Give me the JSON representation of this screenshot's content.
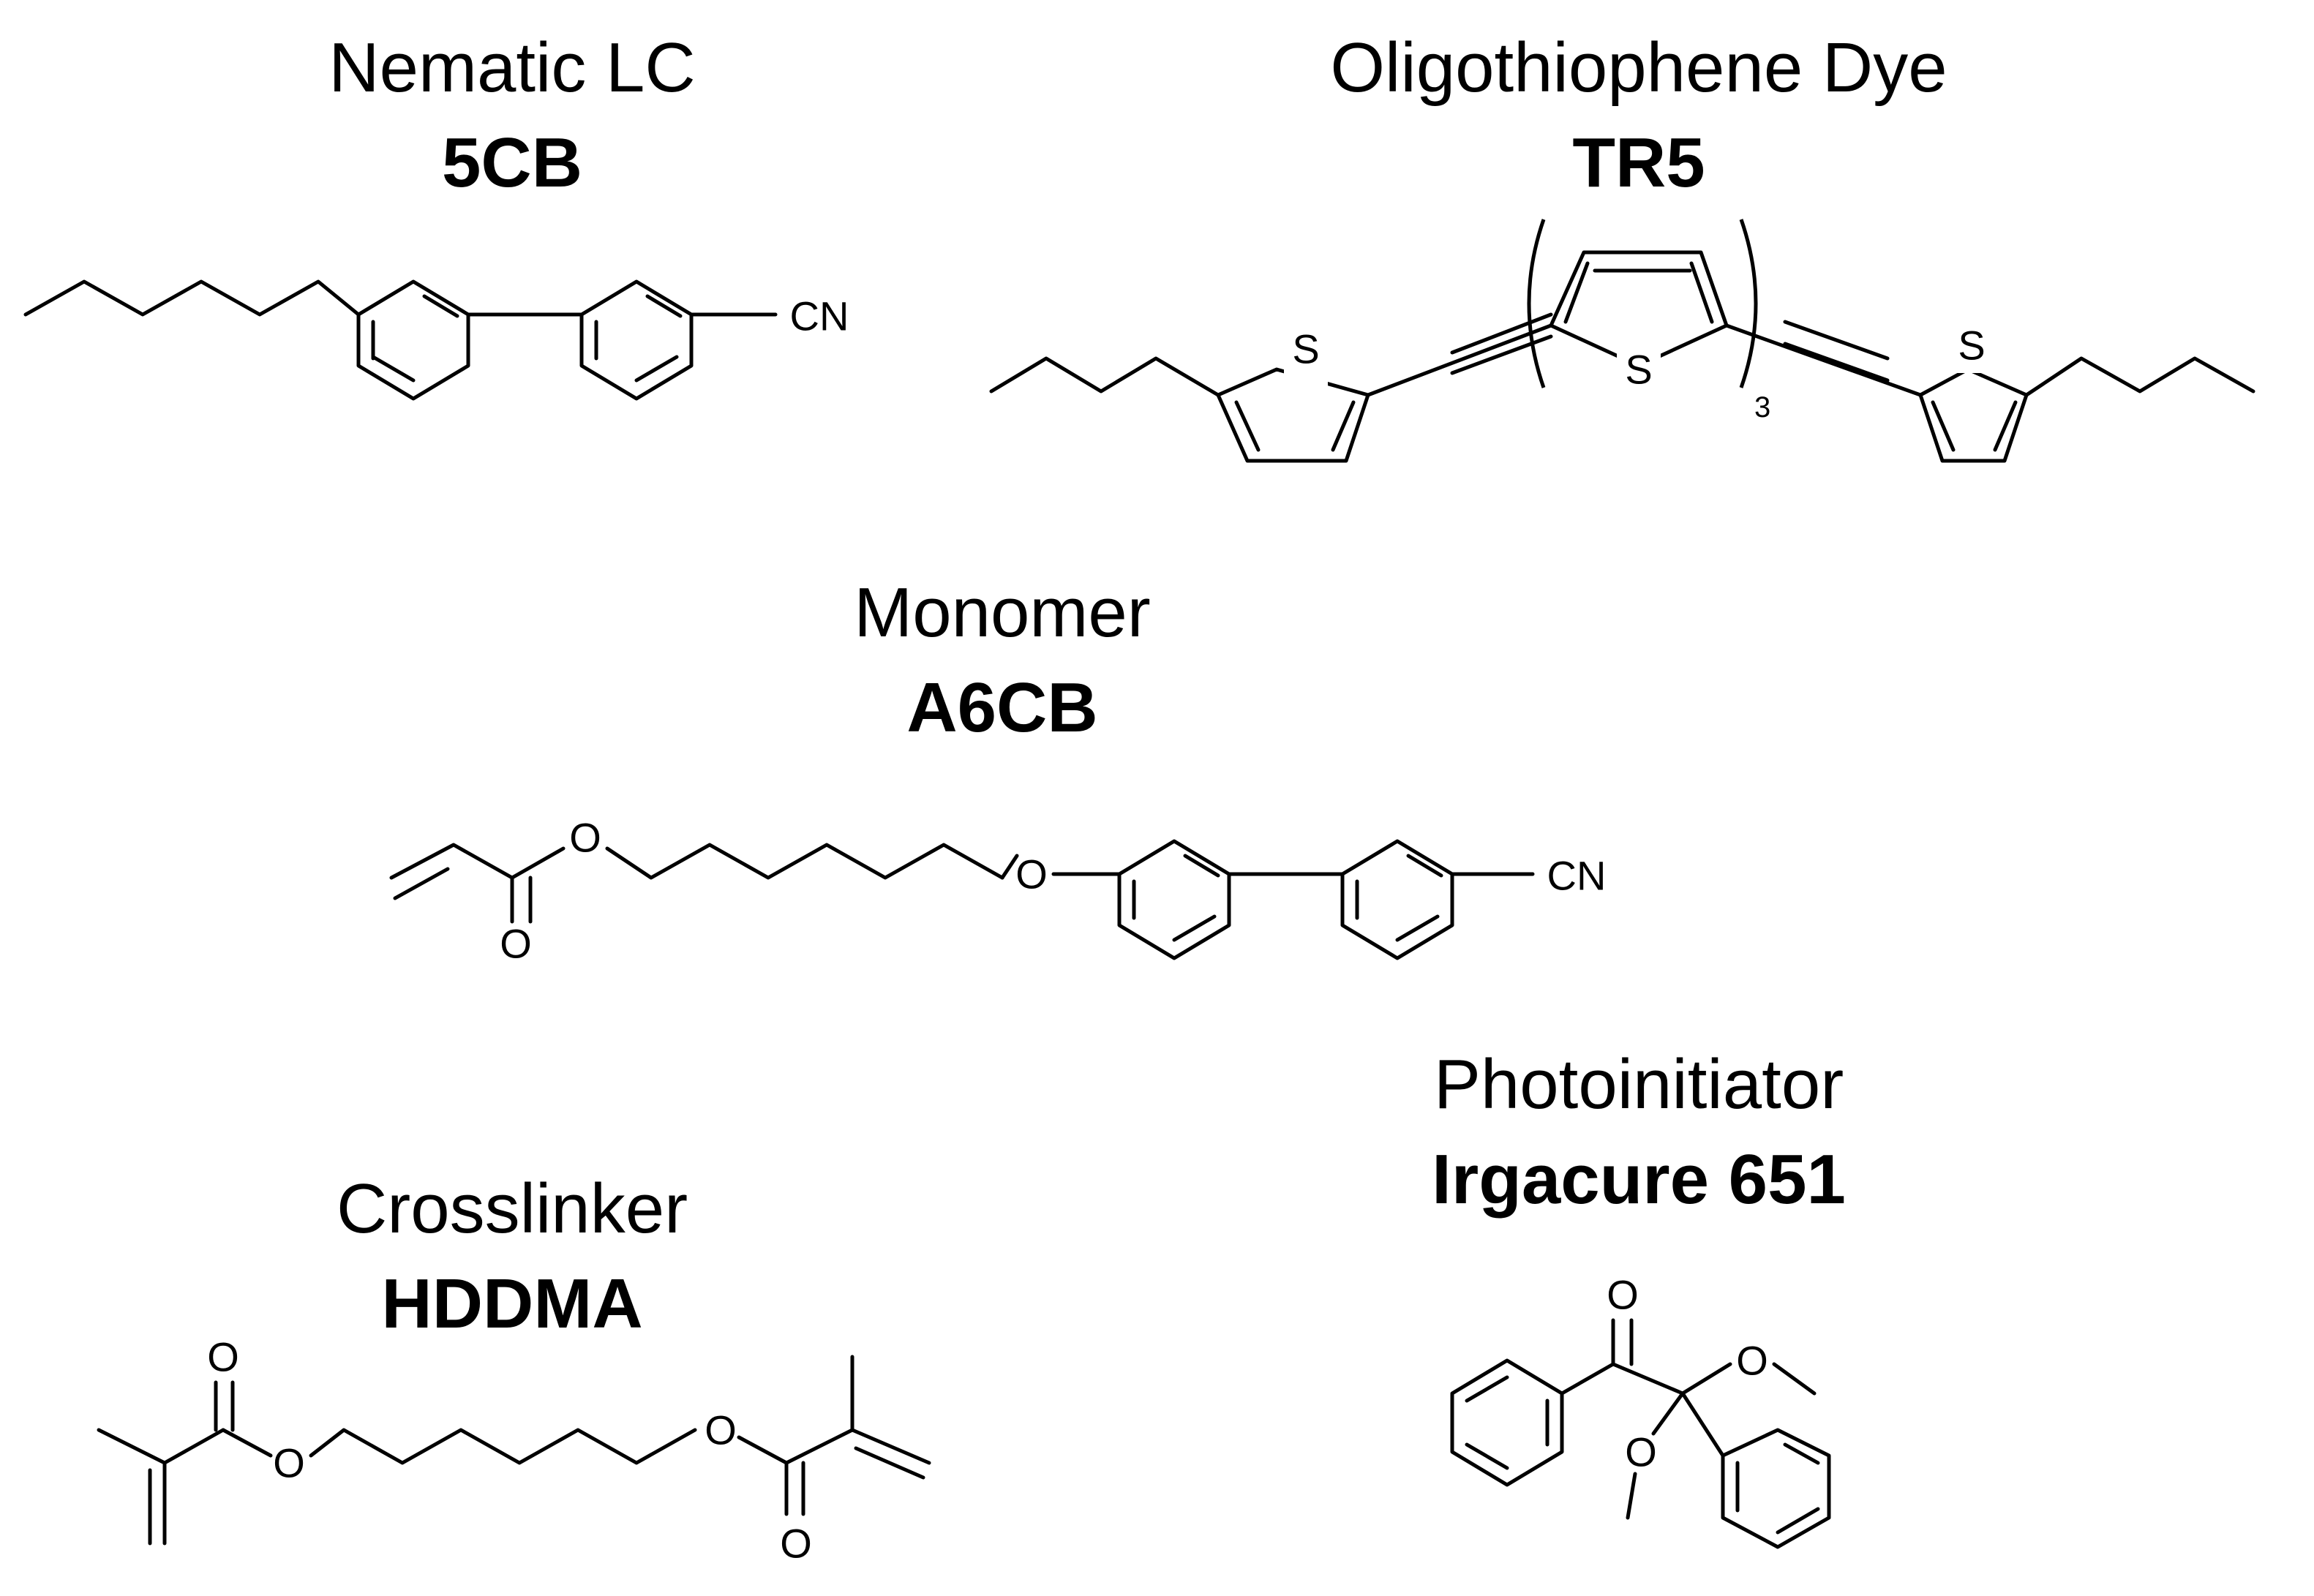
{
  "molecules": {
    "five_cb": {
      "category": "Nematic LC",
      "name": "5CB",
      "cn": "CN"
    },
    "tr5": {
      "category": "Oligothiophene Dye",
      "name": "TR5",
      "s": "S",
      "repeat": "3"
    },
    "a6cb": {
      "category": "Monomer",
      "name": "A6CB",
      "o": "O",
      "cn": "CN"
    },
    "hddma": {
      "category": "Crosslinker",
      "name": "HDDMA",
      "o": "O"
    },
    "irgacure": {
      "category": "Photoinitiator",
      "name": "Irgacure 651",
      "o": "O"
    }
  }
}
